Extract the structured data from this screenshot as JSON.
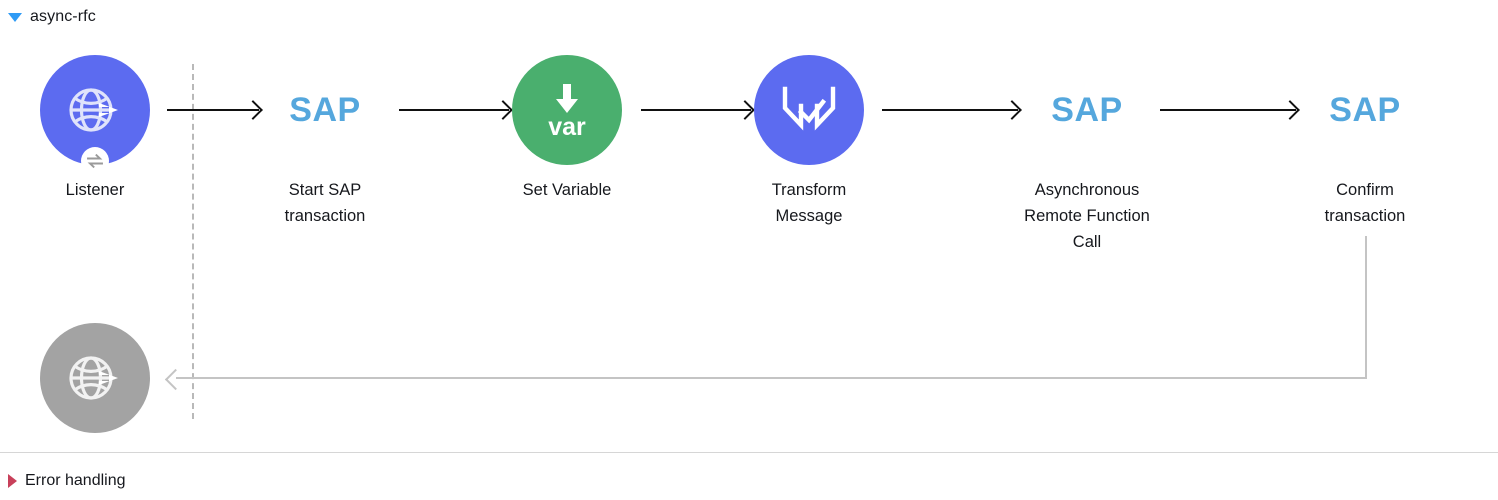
{
  "flow": {
    "title": "async-rfc",
    "expanded_icon": "triangle-down-icon"
  },
  "nodes": [
    {
      "id": "listener",
      "label": "Listener",
      "icon": "globe-arrow-icon",
      "badge_icon": "exchange-arrows-icon",
      "shape": "circle",
      "color": "#5c6bf0"
    },
    {
      "id": "start-sap-transaction",
      "label": "Start SAP\ntransaction",
      "icon": "sap-wordmark-icon",
      "wordmark": "SAP",
      "shape": "wordmark",
      "color": "#55a7dd"
    },
    {
      "id": "set-variable",
      "label": "Set Variable",
      "icon": "var-down-arrow-icon",
      "wordmark": "var",
      "shape": "circle",
      "color": "#4aaf6e"
    },
    {
      "id": "transform-message",
      "label": "Transform\nMessage",
      "icon": "dataweave-icon",
      "shape": "circle",
      "color": "#5c6bf0"
    },
    {
      "id": "asynchronous-remote-function-call",
      "label": "Asynchronous\nRemote Function\nCall",
      "icon": "sap-wordmark-icon",
      "wordmark": "SAP",
      "shape": "wordmark",
      "color": "#55a7dd"
    },
    {
      "id": "confirm-transaction",
      "label": "Confirm\ntransaction",
      "icon": "sap-wordmark-icon",
      "wordmark": "SAP",
      "shape": "wordmark",
      "color": "#55a7dd"
    }
  ],
  "response_node": {
    "id": "listener-response",
    "label": "",
    "icon": "globe-arrow-icon",
    "color": "#a3a3a3"
  },
  "footer": {
    "title": "Error handling",
    "collapsed_icon": "triangle-right-icon"
  },
  "colors": {
    "mule_purple": "#5c6bf0",
    "variable_green": "#4aaf6e",
    "sap_blue": "#55a7dd",
    "response_gray": "#a3a3a3",
    "connector_black": "#111111",
    "connector_gray": "#c4c4c4",
    "expand_blue": "#2f9bf5",
    "error_red": "#c8405a"
  }
}
